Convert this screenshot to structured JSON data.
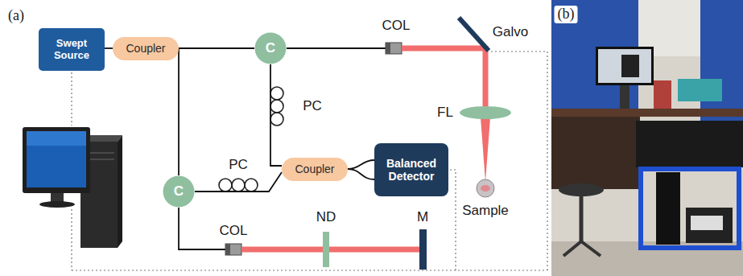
{
  "diagram": {
    "nodes": [
      {
        "text": [
          "Swept Source"
        ]
      },
      {
        "text": [
          "Coupler"
        ]
      },
      {
        "text": [
          "C"
        ]
      },
      {
        "text": [
          "C"
        ]
      },
      {
        "text": [
          "Coupler"
        ]
      },
      {
        "text": [
          "Balanced Detector"
        ]
      }
    ],
    "edges": [
      {
        "from": 0,
        "to": 1,
        "arrow": "none"
      },
      {
        "from": 1,
        "to": 2,
        "arrow": "none"
      },
      {
        "from": 1,
        "to": 3,
        "arrow": "none"
      },
      {
        "from": 2,
        "to": 4,
        "arrow": "none"
      },
      {
        "from": 3,
        "to": 4,
        "arrow": "none"
      },
      {
        "from": 4,
        "to": 5,
        "arrow": "none"
      },
      {
        "from": 4,
        "to": 5,
        "arrow": "none"
      }
    ],
    "labels": [
      "(a)",
      "COL",
      "Galvo",
      "PC",
      "FL",
      "PC",
      "Sample",
      "COL",
      "ND",
      "M",
      "(b)"
    ]
  }
}
